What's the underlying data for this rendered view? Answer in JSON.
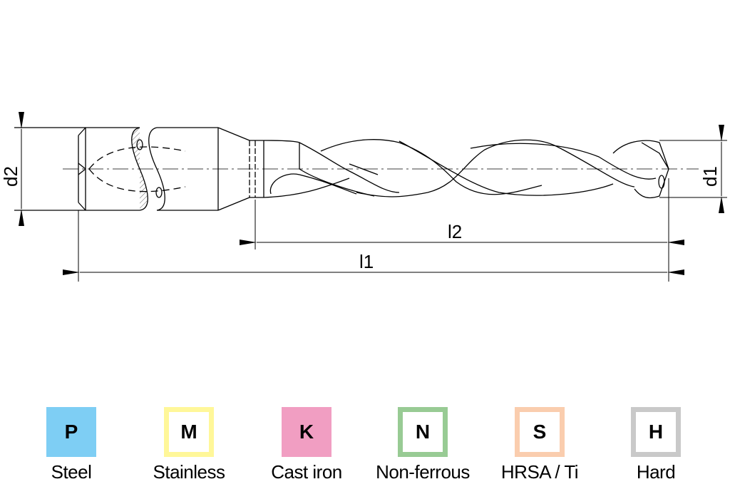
{
  "drawing": {
    "dimensions": {
      "d1": "d1",
      "d2": "d2",
      "l1": "l1",
      "l2": "l2"
    }
  },
  "legend": [
    {
      "code": "P",
      "label": "Steel",
      "color": "#7ecef4",
      "filled": true
    },
    {
      "code": "M",
      "label": "Stainless",
      "color": "#fff799",
      "filled": false
    },
    {
      "code": "K",
      "label": "Cast iron",
      "color": "#f19ec2",
      "filled": true
    },
    {
      "code": "N",
      "label": "Non-ferrous",
      "color": "#98cb94",
      "filled": false
    },
    {
      "code": "S",
      "label": "HRSA / Ti",
      "color": "#facdae",
      "filled": false
    },
    {
      "code": "H",
      "label": "Hard",
      "color": "#c9c9c9",
      "filled": false
    }
  ]
}
